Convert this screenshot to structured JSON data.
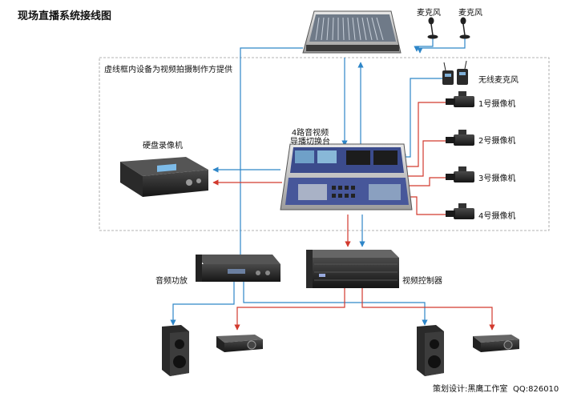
{
  "title": "现场直播系统接线图",
  "note": "虚线框内设备为视频拍摄制作方提供",
  "labels": {
    "mic_1": "麦克风",
    "mic_2": "麦克风",
    "wireless_mic": "无线麦克风",
    "camera_1": "1号摄像机",
    "camera_2": "2号摄像机",
    "camera_3": "3号摄像机",
    "camera_4": "4号摄像机",
    "switcher_line1": "4路音视频",
    "switcher_line2": "导播切换台",
    "hdd_recorder": "硬盘录像机",
    "amplifier": "音频功放",
    "video_controller": "视频控制器"
  },
  "footer": {
    "design": "策划设计:黑鹰工作室",
    "qq": "QQ:826010"
  },
  "colors": {
    "audio_line": "#2e86c8",
    "video_line": "#d23a2e",
    "dashed_box": "#9a9a9a"
  }
}
